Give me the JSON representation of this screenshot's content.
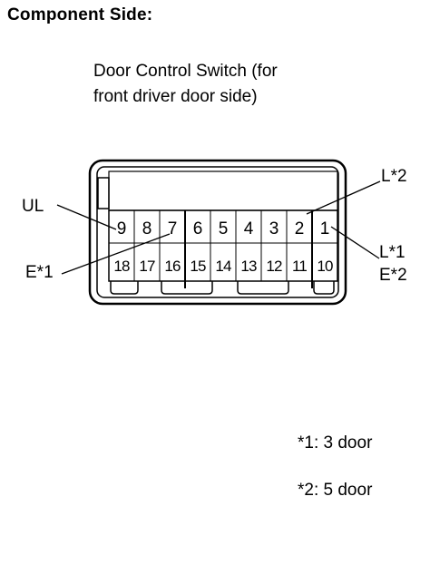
{
  "heading": "Component Side:",
  "connector_title": [
    "Door Control Switch (for",
    "front driver door side)"
  ],
  "pins_top_row": [
    "9",
    "8",
    "7",
    "6",
    "5",
    "4",
    "3",
    "2",
    "1"
  ],
  "pins_bottom_row": [
    "18",
    "17",
    "16",
    "15",
    "14",
    "13",
    "12",
    "11",
    "10"
  ],
  "callouts": {
    "ul": "UL",
    "e1": "E*1",
    "l2": "L*2",
    "l1": "L*1",
    "e2": "E*2"
  },
  "footnotes": [
    "*1: 3 door",
    "*2: 5 door"
  ]
}
